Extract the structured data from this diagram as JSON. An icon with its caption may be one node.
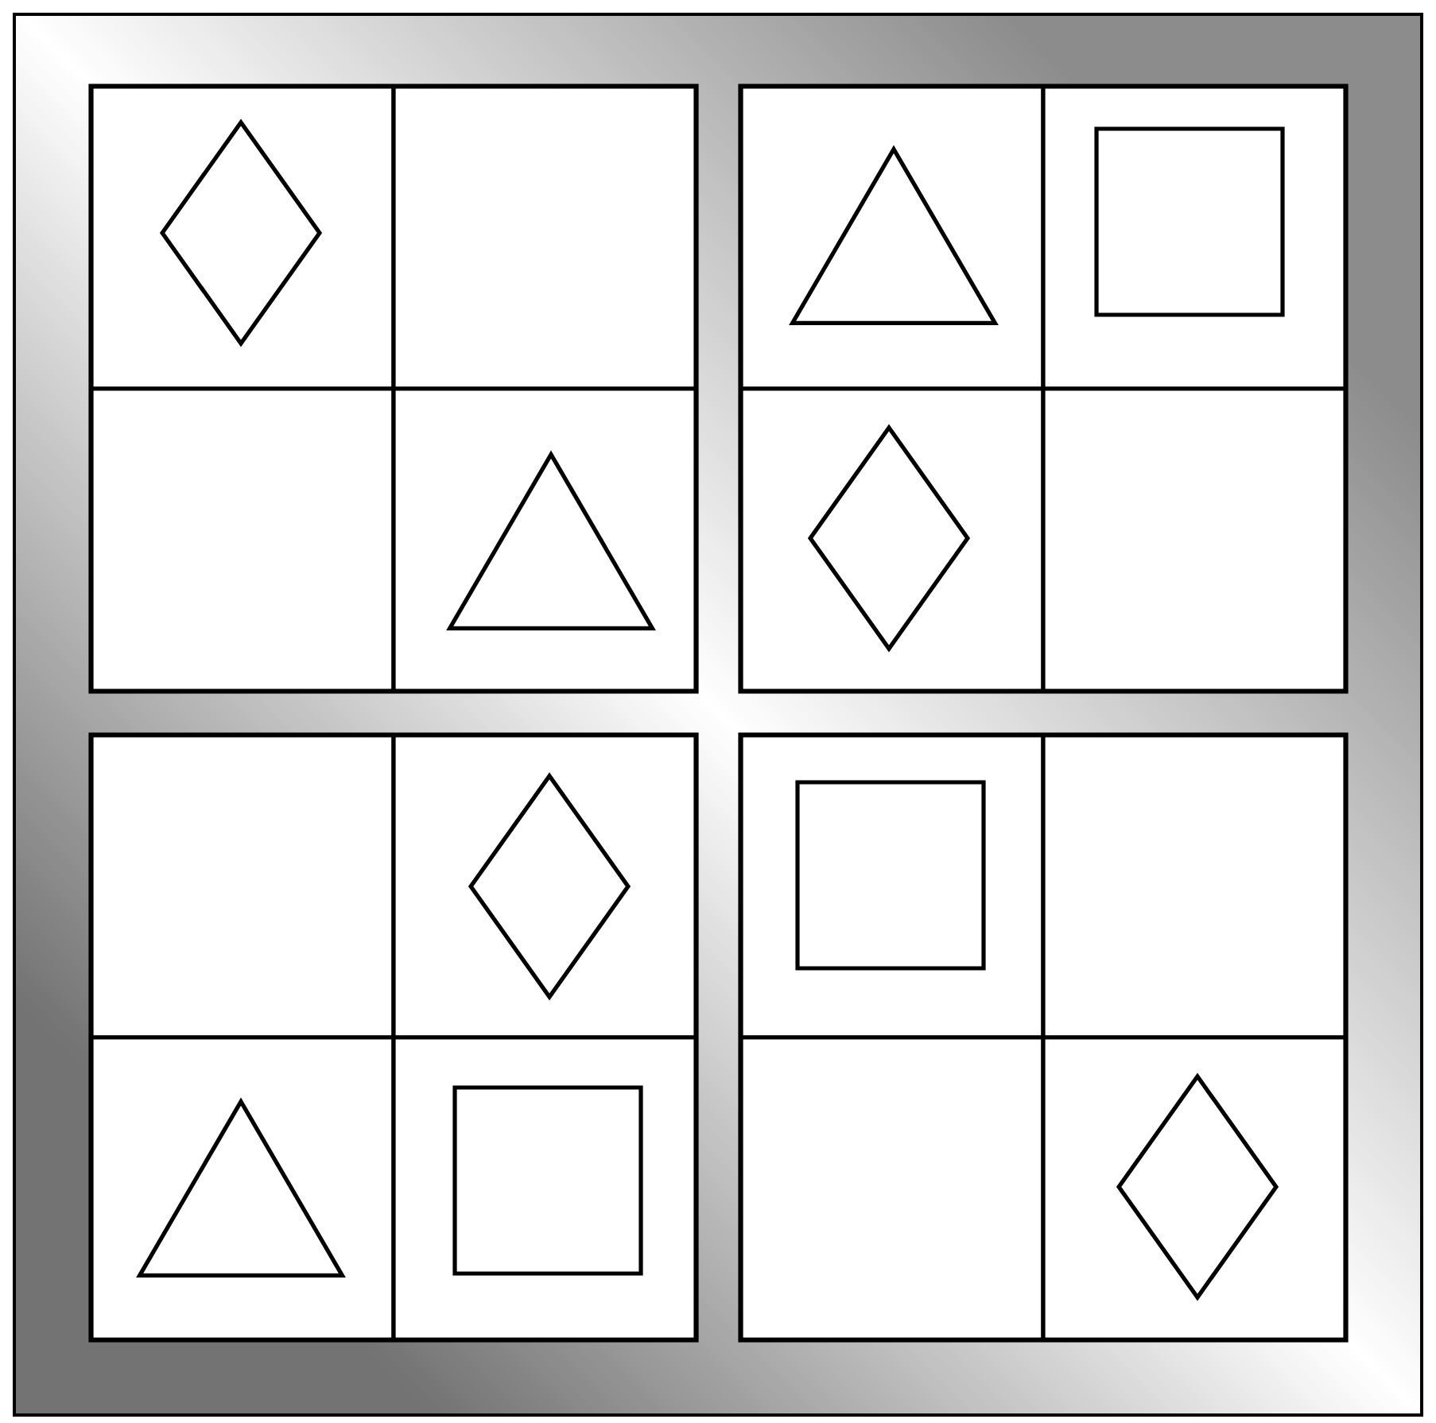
{
  "diagram": {
    "nodes": [
      {
        "text": [],
        "shape": "box"
      },
      {
        "text": [],
        "shape": "box",
        "in": 0
      },
      {
        "text": [],
        "shape": "box",
        "in": 0
      },
      {
        "text": [],
        "shape": "box",
        "in": 0
      },
      {
        "text": [],
        "shape": "box",
        "in": 0
      },
      {
        "text": [],
        "shape": "diamond",
        "in": 1
      },
      {
        "text": [],
        "shape": "triangle",
        "in": 4
      },
      {
        "text": [],
        "shape": "box"
      },
      {
        "text": [],
        "shape": "box",
        "in": 7
      },
      {
        "text": [],
        "shape": "box",
        "in": 7
      },
      {
        "text": [],
        "shape": "box",
        "in": 7
      },
      {
        "text": [],
        "shape": "box",
        "in": 7
      },
      {
        "text": [],
        "shape": "triangle",
        "in": 8
      },
      {
        "text": [],
        "shape": "square",
        "in": 9
      },
      {
        "text": [],
        "shape": "diamond",
        "in": 10
      },
      {
        "text": [],
        "shape": "box"
      },
      {
        "text": [],
        "shape": "box",
        "in": 15
      },
      {
        "text": [],
        "shape": "box",
        "in": 15
      },
      {
        "text": [],
        "shape": "box",
        "in": 15
      },
      {
        "text": [],
        "shape": "box",
        "in": 15
      },
      {
        "text": [],
        "shape": "diamond",
        "in": 17
      },
      {
        "text": [],
        "shape": "triangle",
        "in": 18
      },
      {
        "text": [],
        "shape": "square",
        "in": 19
      },
      {
        "text": [],
        "shape": "box"
      },
      {
        "text": [],
        "shape": "box",
        "in": 23
      },
      {
        "text": [],
        "shape": "box",
        "in": 23
      },
      {
        "text": [],
        "shape": "box",
        "in": 23
      },
      {
        "text": [],
        "shape": "box",
        "in": 23
      },
      {
        "text": [],
        "shape": "square",
        "in": 24
      },
      {
        "text": [],
        "shape": "diamond",
        "in": 27
      }
    ]
  }
}
